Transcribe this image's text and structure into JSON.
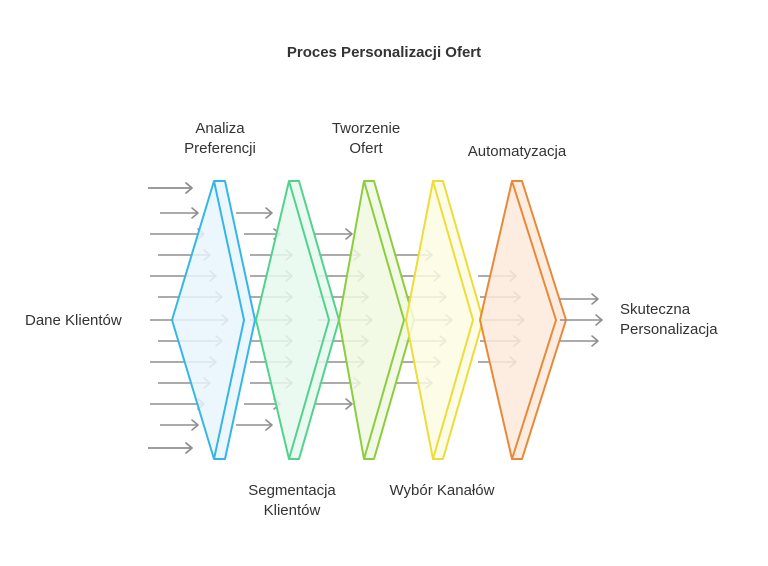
{
  "title": "Proces Personalizacji Ofert",
  "input_label": "Dane Klientów",
  "output_label": [
    "Skuteczna",
    "Personalizacja"
  ],
  "stages": [
    {
      "name": [
        "Analiza",
        "Preferencji"
      ],
      "color": "#35b6e5",
      "fill": "#e8f6fd"
    },
    {
      "name": [
        "Segmentacja",
        "Klientów"
      ],
      "color": "#52d28f",
      "fill": "#e6f9ee"
    },
    {
      "name": [
        "Tworzenie",
        "Ofert"
      ],
      "color": "#8ccd3f",
      "fill": "#f0f9e2"
    },
    {
      "name": [
        "Wybór Kanałów"
      ],
      "color": "#ecdd3a",
      "fill": "#fdfbe3"
    },
    {
      "name": [
        "Automatyzacja"
      ],
      "color": "#e8893a",
      "fill": "#fdeadb"
    }
  ],
  "arrow_color": "#8f8f8f"
}
